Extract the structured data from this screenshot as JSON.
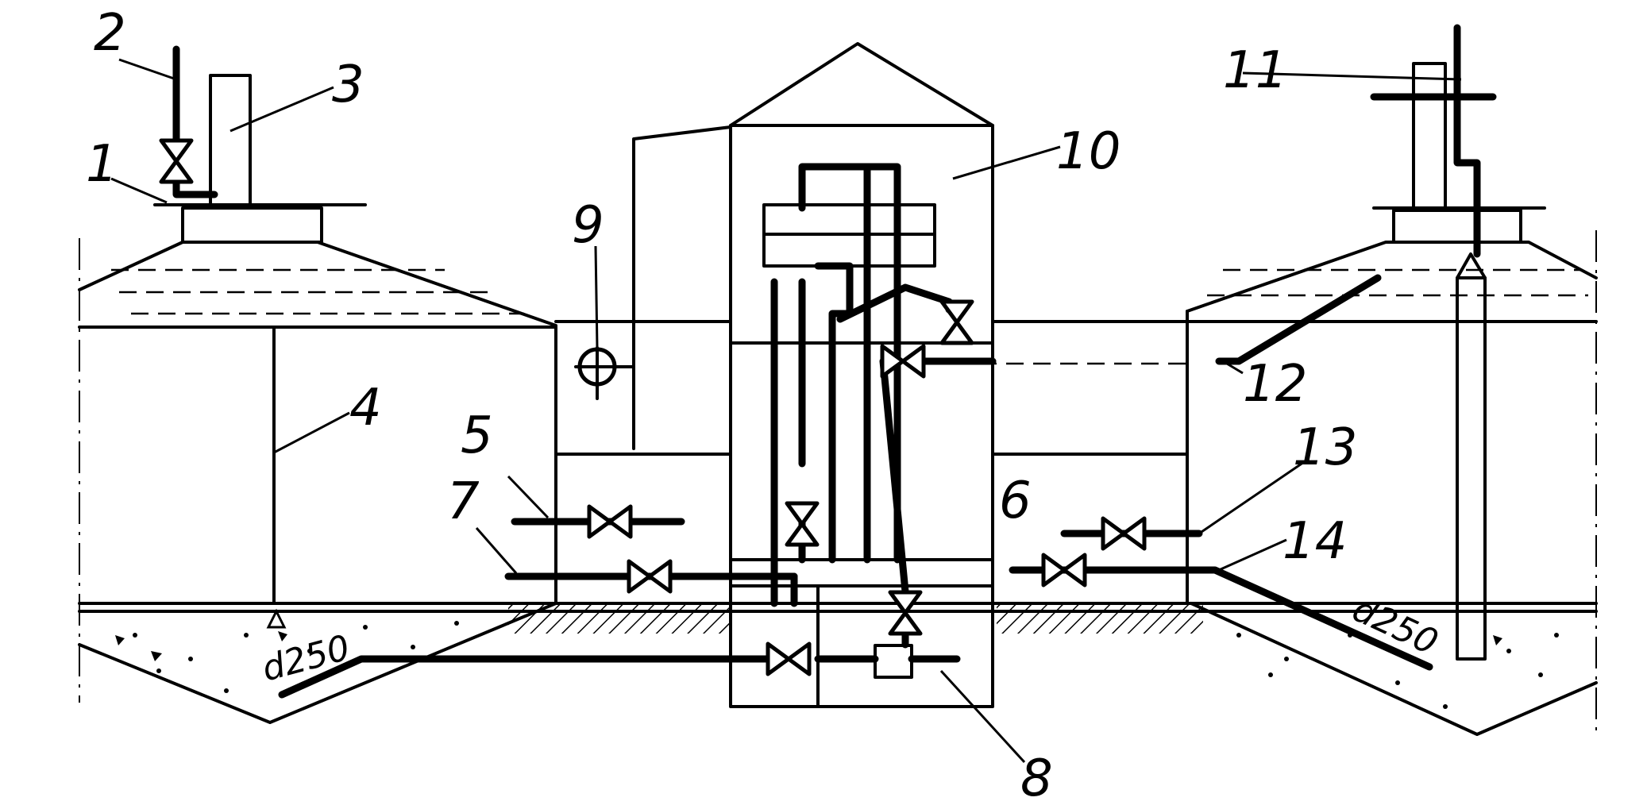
{
  "labels": {
    "l1": "1",
    "l2": "2",
    "l3": "3",
    "l4": "4",
    "l5": "5",
    "l6": "6",
    "l7": "7",
    "l8": "8",
    "l9": "9",
    "l10": "10",
    "l11": "11",
    "l12": "12",
    "l13": "13",
    "l14": "14"
  },
  "dimensions": {
    "left_pipe": "d250",
    "right_pipe": "d250"
  }
}
